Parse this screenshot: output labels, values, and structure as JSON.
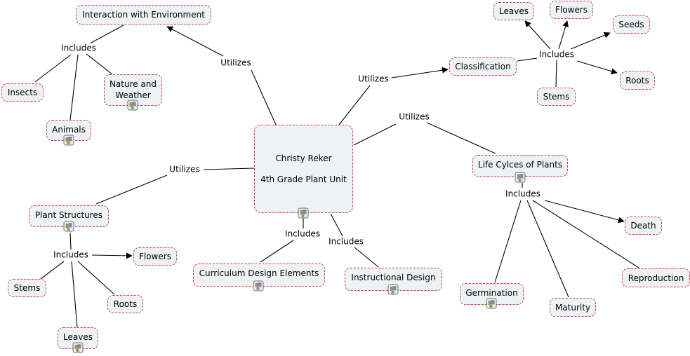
{
  "map": {
    "title": "Christy Reker 4th Grade Plant Unit",
    "colors": {
      "node_fill": "#eef2f5",
      "node_border": "#d9363e",
      "link": "#000000",
      "resource_border": "#3f74c4"
    },
    "concepts": {
      "center": {
        "line1": "Christy Reker",
        "line2": "4th Grade Plant Unit"
      },
      "interaction": "Interaction with Environment",
      "insects": "Insects",
      "nature_weather": {
        "line1": "Nature and",
        "line2": "Weather"
      },
      "animals": "Animals",
      "plant_structures": "Plant Structures",
      "ps_flowers": "Flowers",
      "ps_stems": "Stems",
      "ps_roots": "Roots",
      "ps_leaves": "Leaves",
      "curriculum": "Curriculum Design Elements",
      "instructional": "Instructional Design",
      "classification": "Classification",
      "cl_leaves": "Leaves",
      "cl_flowers": "Flowers",
      "cl_seeds": "Seeds",
      "cl_roots": "Roots",
      "cl_stems": "Stems",
      "life_cycles": "Life Cylces of Plants",
      "death": "Death",
      "reproduction": "Reproduction",
      "germination": "Germination",
      "maturity": "Maturity"
    },
    "linking_phrases": {
      "utilizes_interaction": "Utilizes",
      "utilizes_classification": "Utilizes",
      "utilizes_lifecycle": "Utilizes",
      "utilizes_structures": "Utilizes",
      "includes_interaction": "Includes",
      "includes_classification": "Includes",
      "includes_lifecycle": "Includes",
      "includes_structures": "Includes",
      "includes_curriculum": "Includes",
      "includes_instructional": "Includes"
    },
    "resource_icon": "document-resource-icon"
  }
}
